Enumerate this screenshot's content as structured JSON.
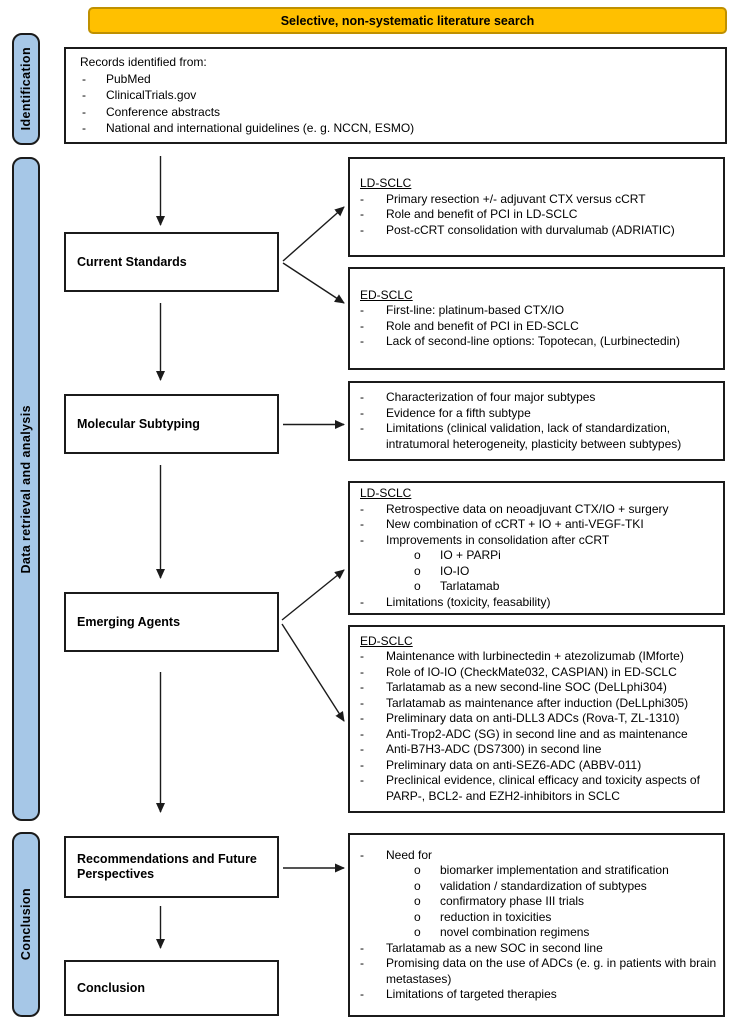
{
  "markers": {
    "dash": "-",
    "circle": "o"
  },
  "header": {
    "title": "Selective, non-systematic literature search",
    "fill": "#FFC000",
    "border": "#BF9000"
  },
  "sidebar": {
    "fill": "#A6C7E7",
    "sections": [
      {
        "label": "Identification"
      },
      {
        "label": "Data retrieval and analysis"
      },
      {
        "label": "Conclusion"
      }
    ]
  },
  "records": {
    "intro": "Records identified from:",
    "items": [
      "PubMed",
      "ClinicalTrials.gov",
      "Conference abstracts",
      "National and international guidelines (e. g. NCCN, ESMO)"
    ]
  },
  "flow": {
    "current_standards": "Current Standards",
    "molecular_subtyping": "Molecular Subtyping",
    "emerging_agents": "Emerging Agents",
    "recommendations": "Recommendations and Future Perspectives",
    "conclusion": "Conclusion"
  },
  "details": {
    "standards_ld": {
      "heading": "LD-SCLC",
      "items": [
        "Primary resection +/- adjuvant CTX versus cCRT",
        "Role and benefit of PCI in LD-SCLC",
        "Post-cCRT consolidation with durvalumab (ADRIATIC)"
      ]
    },
    "standards_ed": {
      "heading": "ED-SCLC",
      "items": [
        "First-line: platinum-based CTX/IO",
        "Role and benefit of PCI in ED-SCLC",
        "Lack of second-line options: Topotecan, (Lurbinectedin)"
      ]
    },
    "subtyping": {
      "items": [
        "Characterization of four major subtypes",
        "Evidence for a fifth subtype",
        "Limitations (clinical validation, lack of standardization, intratumoral heterogeneity, plasticity between subtypes)"
      ]
    },
    "emerging_ld": {
      "heading": "LD-SCLC",
      "items": [
        "Retrospective data on neoadjuvant CTX/IO + surgery",
        "New combination of cCRT + IO + anti-VEGF-TKI",
        "Improvements in consolidation after cCRT"
      ],
      "subitems": [
        "IO + PARPi",
        "IO-IO",
        "Tarlatamab"
      ],
      "tail": [
        "Limitations (toxicity, feasability)"
      ]
    },
    "emerging_ed": {
      "heading": "ED-SCLC",
      "items": [
        "Maintenance with lurbinectedin + atezolizumab (IMforte)",
        "Role of IO-IO (CheckMate032, CASPIAN) in ED-SCLC",
        "Tarlatamab as a new second-line SOC (DeLLphi304)",
        "Tarlatamab as maintenance after induction (DeLLphi305)",
        "Preliminary data on anti-DLL3 ADCs (Rova-T, ZL-1310)",
        "Anti-Trop2-ADC (SG) in second line and as maintenance",
        "Anti-B7H3-ADC (DS7300) in second line",
        "Preliminary data on anti-SEZ6-ADC (ABBV-011)",
        "Preclinical evidence, clinical efficacy and toxicity aspects of PARP-, BCL2- and EZH2-inhibitors in SCLC"
      ]
    },
    "conclusion_right": {
      "lead": "Need for",
      "subitems": [
        "biomarker implementation and stratification",
        "validation / standardization of subtypes",
        "confirmatory phase III trials",
        "reduction in toxicities",
        "novel combination regimens"
      ],
      "tail": [
        "Tarlatamab as a new SOC in second line",
        "Promising data on the use of ADCs (e. g. in patients with brain metastases)",
        "Limitations of targeted therapies"
      ]
    }
  }
}
